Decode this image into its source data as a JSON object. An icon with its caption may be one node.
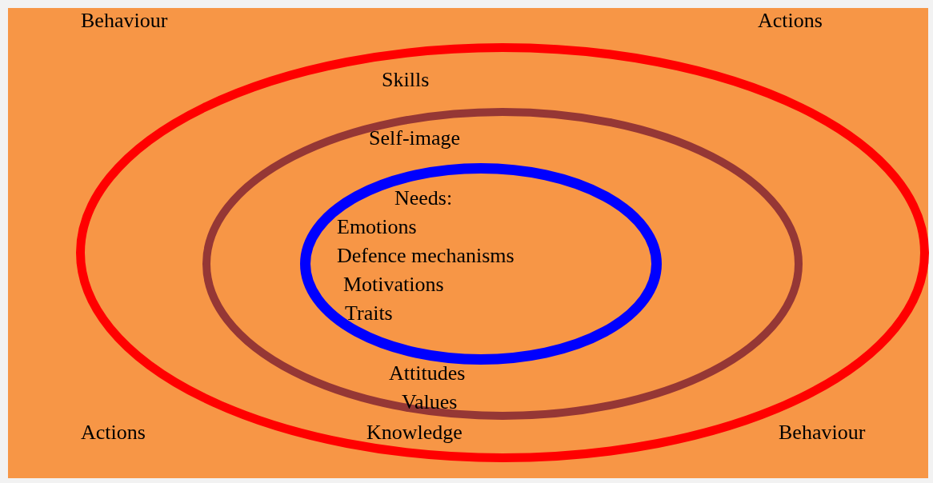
{
  "diagram": {
    "nodes": [
      {
        "text": [
          "Skills",
          "Knowledge"
        ]
      },
      {
        "text": [
          "Self-image",
          "Attitudes",
          "Values"
        ],
        "in": 0
      },
      {
        "text": [
          "Needs:",
          "Emotions",
          "Defence mechanisms",
          "Motivations",
          "Traits"
        ],
        "in": 1
      }
    ],
    "labels": [
      "Behaviour",
      "Actions",
      "Actions",
      "Behaviour"
    ]
  }
}
